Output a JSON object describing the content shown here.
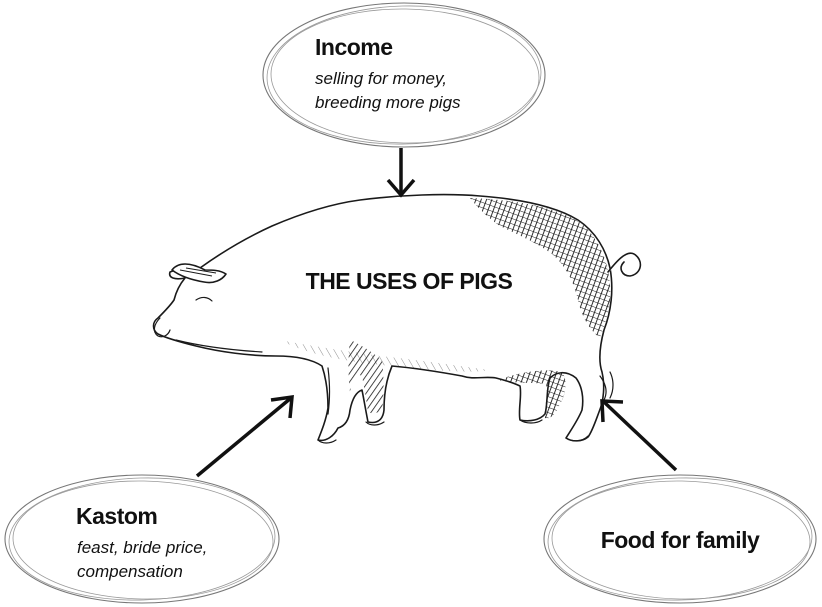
{
  "title": "THE USES OF PIGS",
  "nodes": {
    "income": {
      "title": "Income",
      "lines": [
        "selling for money,",
        "breeding more pigs"
      ]
    },
    "kastom": {
      "title": "Kastom",
      "lines": [
        "feast, bride price,",
        "compensation"
      ]
    },
    "food": {
      "title": "Food for family",
      "lines": []
    }
  }
}
